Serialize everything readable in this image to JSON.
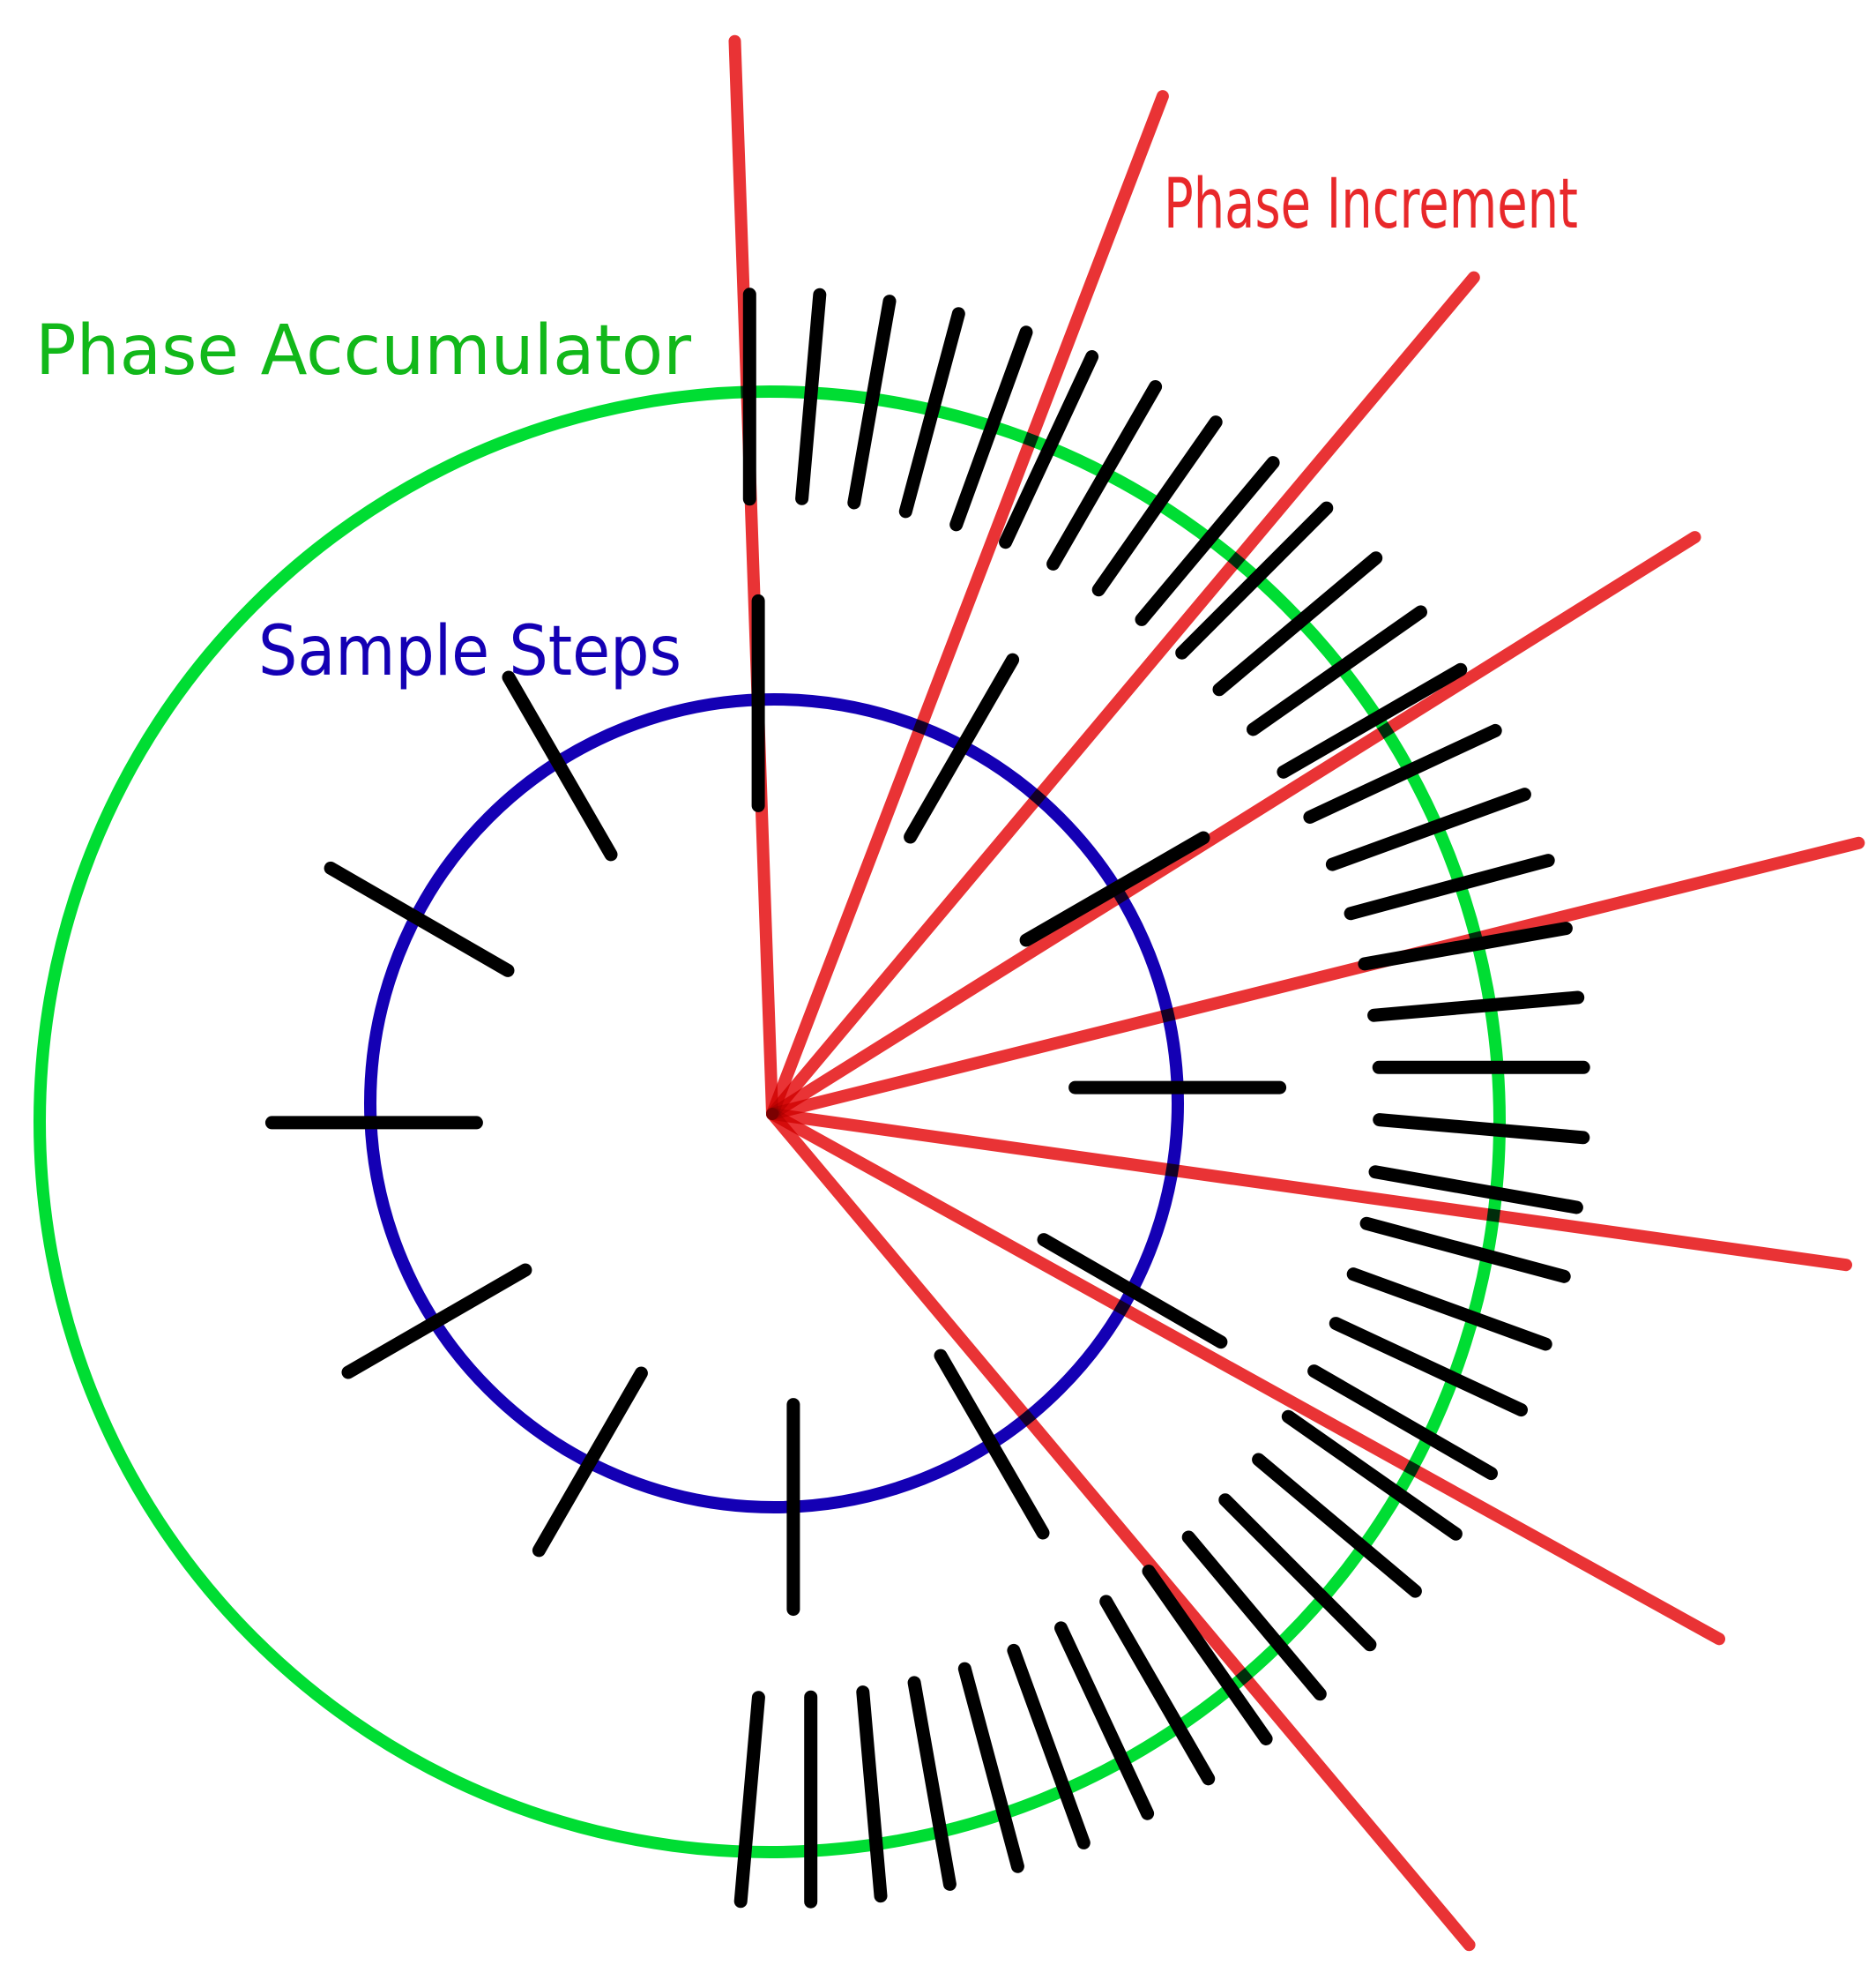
{
  "diagram": {
    "title": "Phase accumulator with phase increment and sample steps",
    "labels": {
      "phase_accumulator": "Phase Accumulator",
      "phase_increment": "Phase Increment",
      "sample_steps": "Sample Steps"
    },
    "colors": {
      "phase_accumulator_text": "#12b81a",
      "phase_accumulator_ring": "#00dd33",
      "sample_steps": "#1400b4",
      "phase_increment": "#e8282a",
      "ticks": "#000000",
      "background": "#ffffff"
    },
    "phase_accumulator": {
      "tick_count": 38,
      "tick_step_deg": 5,
      "tick_start_deg": 0,
      "tick_end_deg": 185
    },
    "sample_steps": {
      "tick_count": 12,
      "tick_step_deg": 30
    },
    "phase_increment": {
      "ray_count": 8,
      "ray_angles_deg": [
        -2,
        21,
        40,
        58,
        76,
        98,
        119,
        140
      ]
    }
  }
}
